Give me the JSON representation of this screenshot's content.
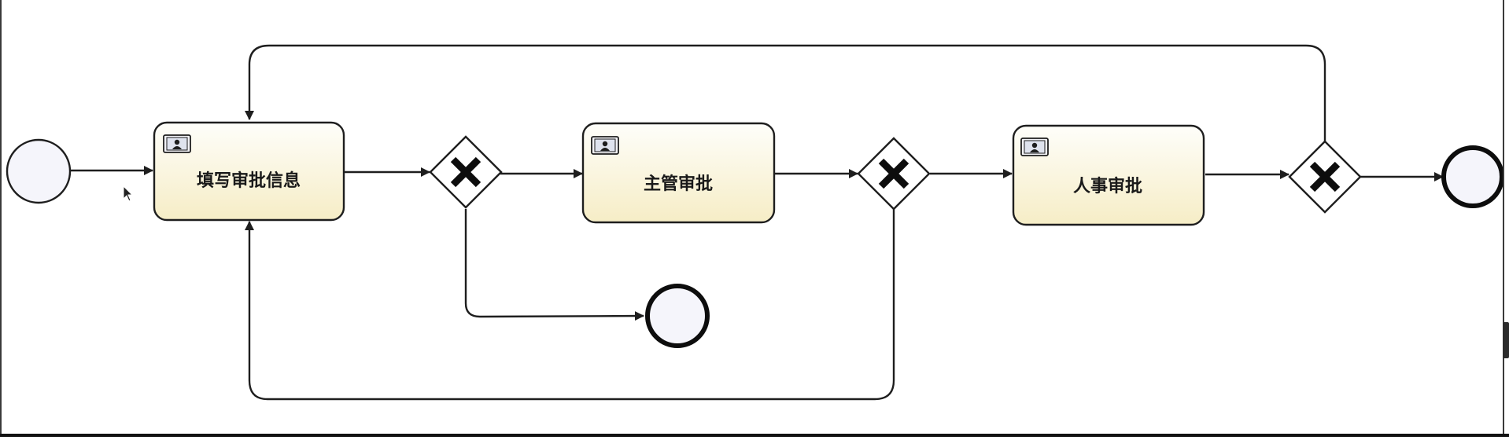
{
  "diagram": {
    "type": "bpmn-process",
    "tasks": [
      {
        "id": "task-fill",
        "label": "填写审批信息",
        "icon": "user-task-icon"
      },
      {
        "id": "task-manager",
        "label": "主管审批",
        "icon": "user-task-icon"
      },
      {
        "id": "task-hr",
        "label": "人事审批",
        "icon": "user-task-icon"
      }
    ],
    "gateways": [
      {
        "id": "gw1",
        "kind": "exclusive"
      },
      {
        "id": "gw2",
        "kind": "exclusive"
      },
      {
        "id": "gw3",
        "kind": "exclusive"
      }
    ],
    "events": [
      {
        "id": "start",
        "kind": "start"
      },
      {
        "id": "end-reject",
        "kind": "end"
      },
      {
        "id": "end-main",
        "kind": "end"
      }
    ],
    "flows": [
      {
        "from": "start",
        "to": "task-fill"
      },
      {
        "from": "task-fill",
        "to": "gw1"
      },
      {
        "from": "gw1",
        "to": "task-manager"
      },
      {
        "from": "gw1",
        "to": "end-reject"
      },
      {
        "from": "task-manager",
        "to": "gw2"
      },
      {
        "from": "gw2",
        "to": "task-hr"
      },
      {
        "from": "gw2",
        "to": "task-fill"
      },
      {
        "from": "task-hr",
        "to": "gw3"
      },
      {
        "from": "gw3",
        "to": "end-main"
      },
      {
        "from": "gw3",
        "to": "task-fill"
      }
    ],
    "colors": {
      "task_fill_top": "#fdfdf7",
      "task_fill_bottom": "#f7efc9",
      "stroke": "#1e1e1e",
      "event_fill": "#f5f5fb",
      "gateway_fill": "#ffffff"
    }
  }
}
